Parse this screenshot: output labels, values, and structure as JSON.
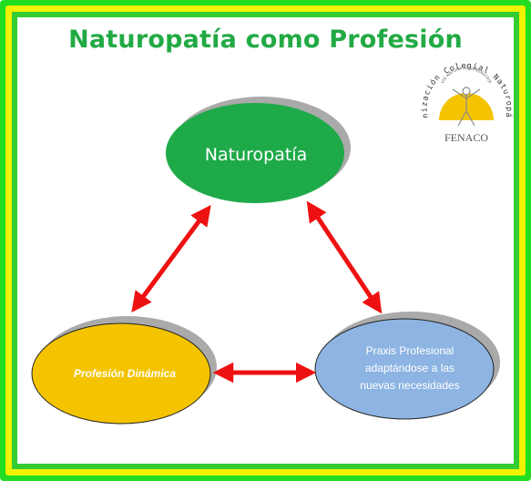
{
  "title": "Naturopatía como Profesión",
  "nodes": {
    "top": "Naturopatía",
    "left": "Profesión Dinámica",
    "right": [
      "Praxis Profesional",
      "adaptándose a las",
      "nuevas necesidades"
    ]
  },
  "logo": {
    "arc_text": "Organización Colegial Naturopática",
    "inner_text": "VIS NATURA REGENERATRIX",
    "name": "FENACO"
  },
  "colors": {
    "title": "#22aa44",
    "top_node": "#1faa4a",
    "left_node": "#f5c400",
    "right_node": "#8db4e2",
    "arrows": "#ee1111",
    "border_outer": "#22dd22",
    "border_middle": "#f2f200"
  }
}
